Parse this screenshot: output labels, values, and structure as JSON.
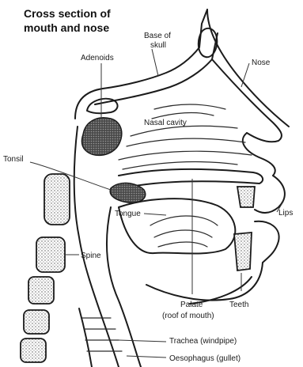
{
  "title_lines": [
    "Cross section of",
    "mouth and nose"
  ],
  "labels": {
    "base_of_skull": [
      "Base of",
      "skull"
    ],
    "nose": "Nose",
    "adenoids": "Adenoids",
    "nasal_cavity": "Nasal cavity",
    "tonsil": "Tonsil",
    "tongue": "Tongue",
    "lips": "Lips",
    "spine": "Spine",
    "palate": [
      "Palate",
      "(roof of mouth)"
    ],
    "teeth": "Teeth",
    "trachea": "Trachea (windpipe)",
    "oesophagus": "Oesophagus (gullet)"
  },
  "colors": {
    "ink": "#1b1b1b",
    "background": "#ffffff"
  }
}
